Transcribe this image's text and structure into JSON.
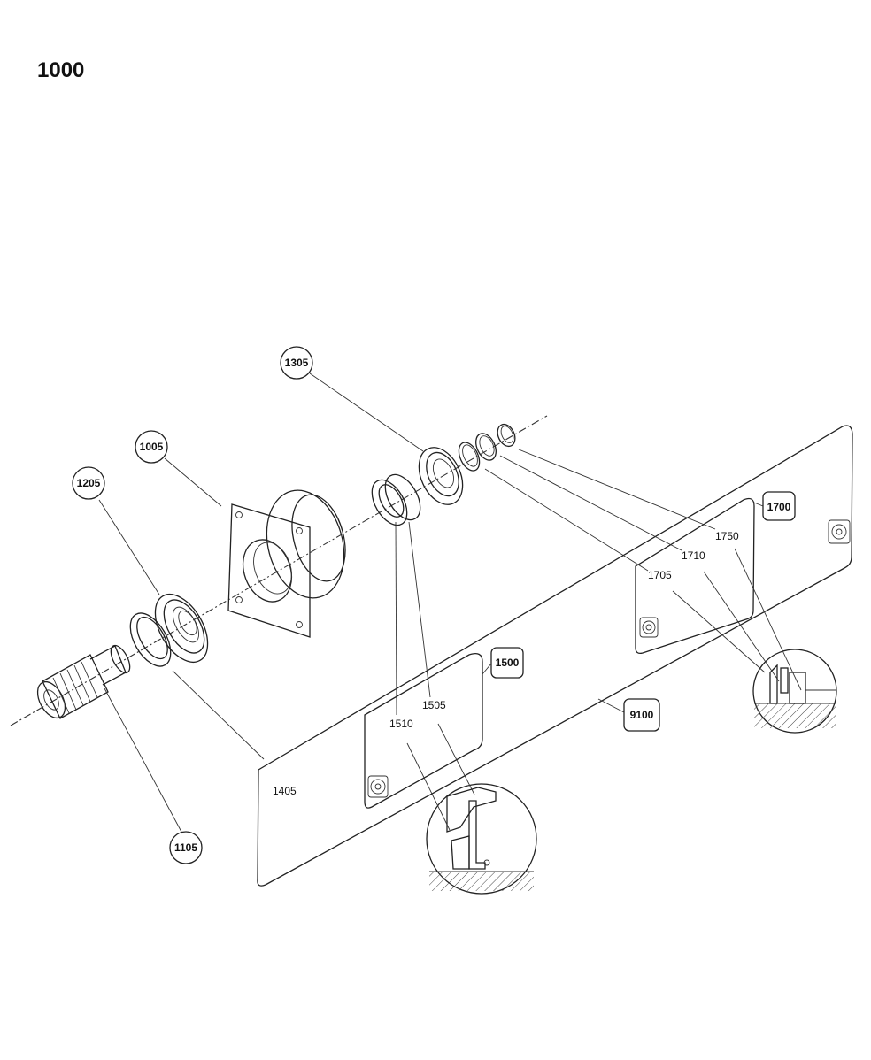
{
  "title": "1000",
  "callouts_circle": {
    "c1305": "1305",
    "c1005": "1005",
    "c1205": "1205",
    "c1105": "1105"
  },
  "callouts_box": {
    "b1700": "1700",
    "b1500": "1500",
    "b9100": "9100"
  },
  "labels": {
    "l1750": "1750",
    "l1710": "1710",
    "l1705": "1705",
    "l1505": "1505",
    "l1510": "1510",
    "l1405": "1405"
  }
}
